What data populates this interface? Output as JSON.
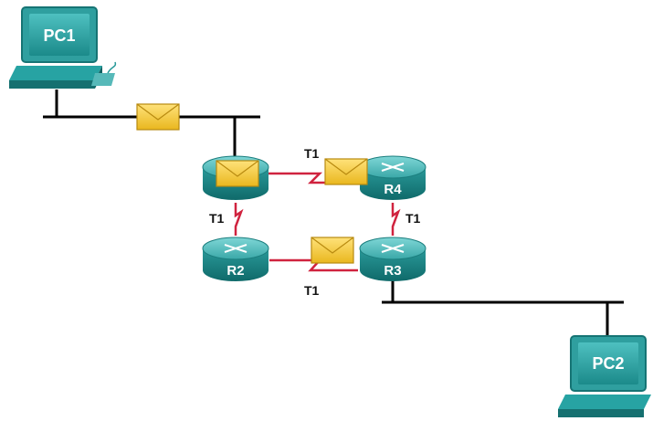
{
  "devices": {
    "pc1": {
      "label": "PC1"
    },
    "pc2": {
      "label": "PC2"
    },
    "r1": {
      "label": ""
    },
    "r2": {
      "label": "R2"
    },
    "r3": {
      "label": "R3"
    },
    "r4": {
      "label": "R4"
    }
  },
  "links": {
    "r1_r4": {
      "label": "T1"
    },
    "r1_r2": {
      "label": "T1"
    },
    "r4_r3": {
      "label": "T1"
    },
    "r2_r3": {
      "label": "T1"
    }
  },
  "colors": {
    "device_teal": "#1e8c8c",
    "device_light": "#5fc3c3",
    "serial_link": "#d0233f",
    "ethernet": "#000000",
    "envelope": "#f2c230"
  }
}
